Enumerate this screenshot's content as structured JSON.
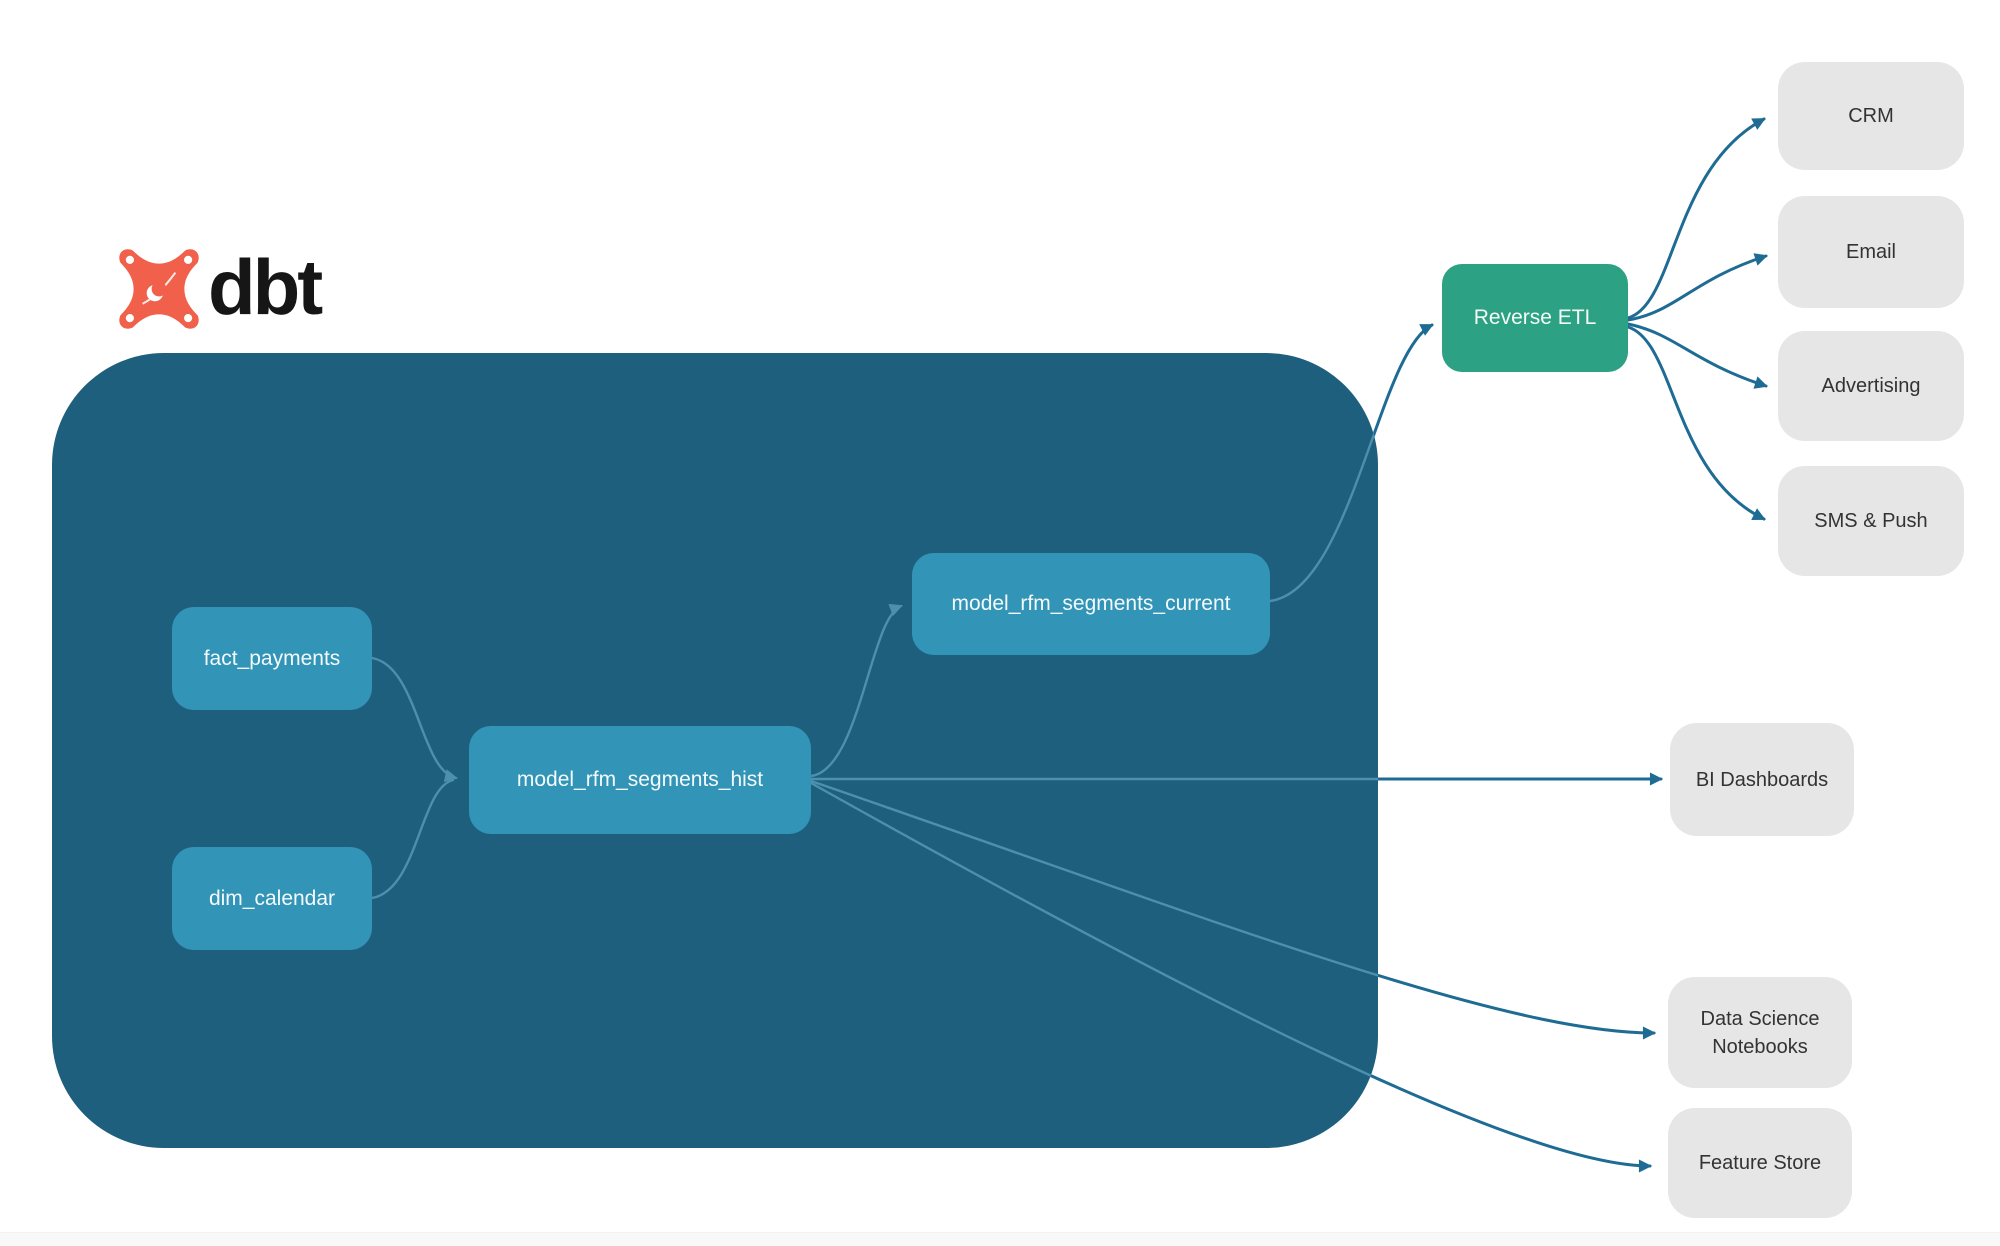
{
  "logo": {
    "brand": "dbt",
    "icon": "dbt-star-icon"
  },
  "warehouse_nodes": {
    "fact_payments": "fact_payments",
    "dim_calendar": "dim_calendar",
    "model_rfm_segments_hist": "model_rfm_segments_hist",
    "model_rfm_segments_current": "model_rfm_segments_current"
  },
  "activation": {
    "reverse_etl": "Reverse ETL"
  },
  "destinations": {
    "crm": "CRM",
    "email": "Email",
    "advertising": "Advertising",
    "sms_push": "SMS & Push"
  },
  "consumers": {
    "bi_dashboards": "BI Dashboards",
    "data_science_notebooks": "Data Science Notebooks",
    "feature_store": "Feature Store"
  },
  "colors": {
    "background": "#ffffff",
    "container": "#1e5f7e",
    "node": "#3294b6",
    "accent_green": "#2da183",
    "edge": "#1e6b94",
    "edge_inside": "#4c8fae",
    "dest_box": "#e6e6e6",
    "dest_text": "#333333",
    "logo_orange": "#f0604a",
    "logo_text": "#161616"
  }
}
